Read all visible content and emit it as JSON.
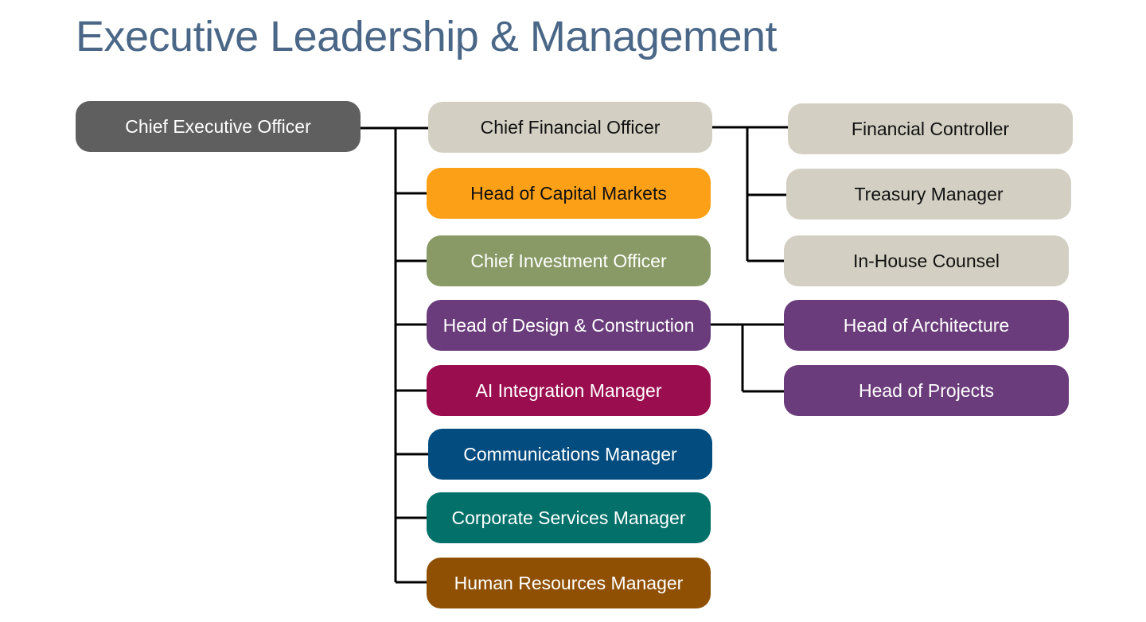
{
  "title": "Executive Leadership & Management",
  "colors": {
    "title": "#4A6787",
    "connector": "#000000",
    "ceo_box": "#5F5F5F",
    "gray_box": "#D3D0C3",
    "capital_markets_box": "#FCA018",
    "investment_box": "#899A66",
    "design_box": "#6B3C7B",
    "ai_box": "#9A0E50",
    "communications_box": "#024C80",
    "corporate_box": "#03706A",
    "hr_box": "#8F5004",
    "dark_text": "#111111",
    "light_text": "#FFFFFF"
  },
  "chart": {
    "root": "Chief Executive Officer",
    "reports": [
      {
        "label": "Chief Financial Officer",
        "color": "#D3D0C3",
        "text_color": "#111111",
        "reports": [
          "Financial Controller",
          "Treasury Manager",
          "In-House Counsel"
        ]
      },
      {
        "label": "Head of Capital Markets",
        "color": "#FCA018",
        "text_color": "#111111"
      },
      {
        "label": "Chief Investment Officer",
        "color": "#899A66",
        "text_color": "#FFFFFF"
      },
      {
        "label": "Head of Design & Construction",
        "color": "#6B3C7B",
        "text_color": "#FFFFFF",
        "reports": [
          "Head of Architecture",
          "Head of Projects"
        ]
      },
      {
        "label": "AI Integration Manager",
        "color": "#9A0E50",
        "text_color": "#FFFFFF"
      },
      {
        "label": "Communications Manager",
        "color": "#024C80",
        "text_color": "#FFFFFF"
      },
      {
        "label": "Corporate Services Manager",
        "color": "#03706A",
        "text_color": "#FFFFFF"
      },
      {
        "label": "Human Resources Manager",
        "color": "#8F5004",
        "text_color": "#FFFFFF"
      }
    ]
  }
}
